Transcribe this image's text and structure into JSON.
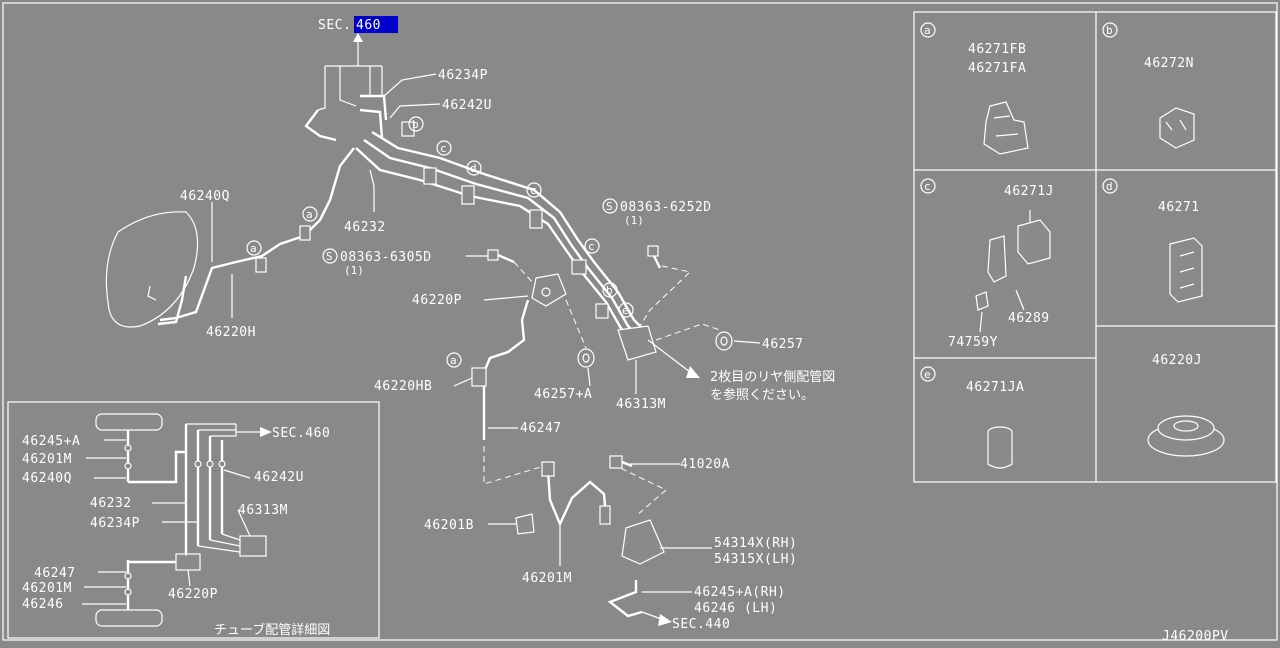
{
  "diagram": {
    "code": "J46200PV",
    "sec_top_prefix": "SEC.",
    "sec_top_number": "460",
    "labels": {
      "p46234P": "46234P",
      "p46242U": "46242U",
      "p46240Q": "46240Q",
      "p46232": "46232",
      "s08363_6305D": "08363-6305D",
      "s08363_6305D_qty": "(1)",
      "s08363_6252D": "08363-6252D",
      "s08363_6252D_qty": "(1)",
      "s_mark": "S",
      "p46220P": "46220P",
      "p46220H": "46220H",
      "p46257": "46257",
      "p46257A": "46257+A",
      "p46313M": "46313M",
      "p46220HB": "46220HB",
      "p46247": "46247",
      "p41020A": "41020A",
      "p46201B": "46201B",
      "p46201M": "46201M",
      "p54314X": "54314X(RH)",
      "p54315X": "54315X(LH)",
      "p46245A_RH": "46245+A(RH)",
      "p46246_LH": "46246   (LH)",
      "sec440": "SEC.440",
      "note_line1": "2枚目のリヤ側配管図",
      "note_line2": "を参照ください。"
    },
    "callouts": {
      "a": "a",
      "b": "b",
      "c": "c",
      "d": "d",
      "e": "e"
    }
  },
  "inset": {
    "title": "チューブ配管詳細図",
    "sec460": "SEC.460",
    "labels": {
      "p46245A": "46245+A",
      "p46201M_top": "46201M",
      "p46240Q": "46240Q",
      "p46242U": "46242U",
      "p46232": "46232",
      "p46234P": "46234P",
      "p46313M": "46313M",
      "p46247": "46247",
      "p46201M_bot": "46201M",
      "p46246": "46246",
      "p46220P": "46220P"
    }
  },
  "legend": {
    "a": {
      "key": "a",
      "parts": [
        "46271FB",
        "46271FA"
      ]
    },
    "b": {
      "key": "b",
      "parts": [
        "46272N"
      ]
    },
    "c": {
      "key": "c",
      "parts": [
        "46271J",
        "46289",
        "74759Y"
      ]
    },
    "d": {
      "key": "d",
      "parts": [
        "46271"
      ]
    },
    "e": {
      "key": "e",
      "parts": [
        "46271JA"
      ]
    },
    "j": {
      "parts": [
        "46220J"
      ]
    }
  },
  "colors": {
    "background": "#898989",
    "line": "#ffffff",
    "highlight": "#0000cc"
  }
}
